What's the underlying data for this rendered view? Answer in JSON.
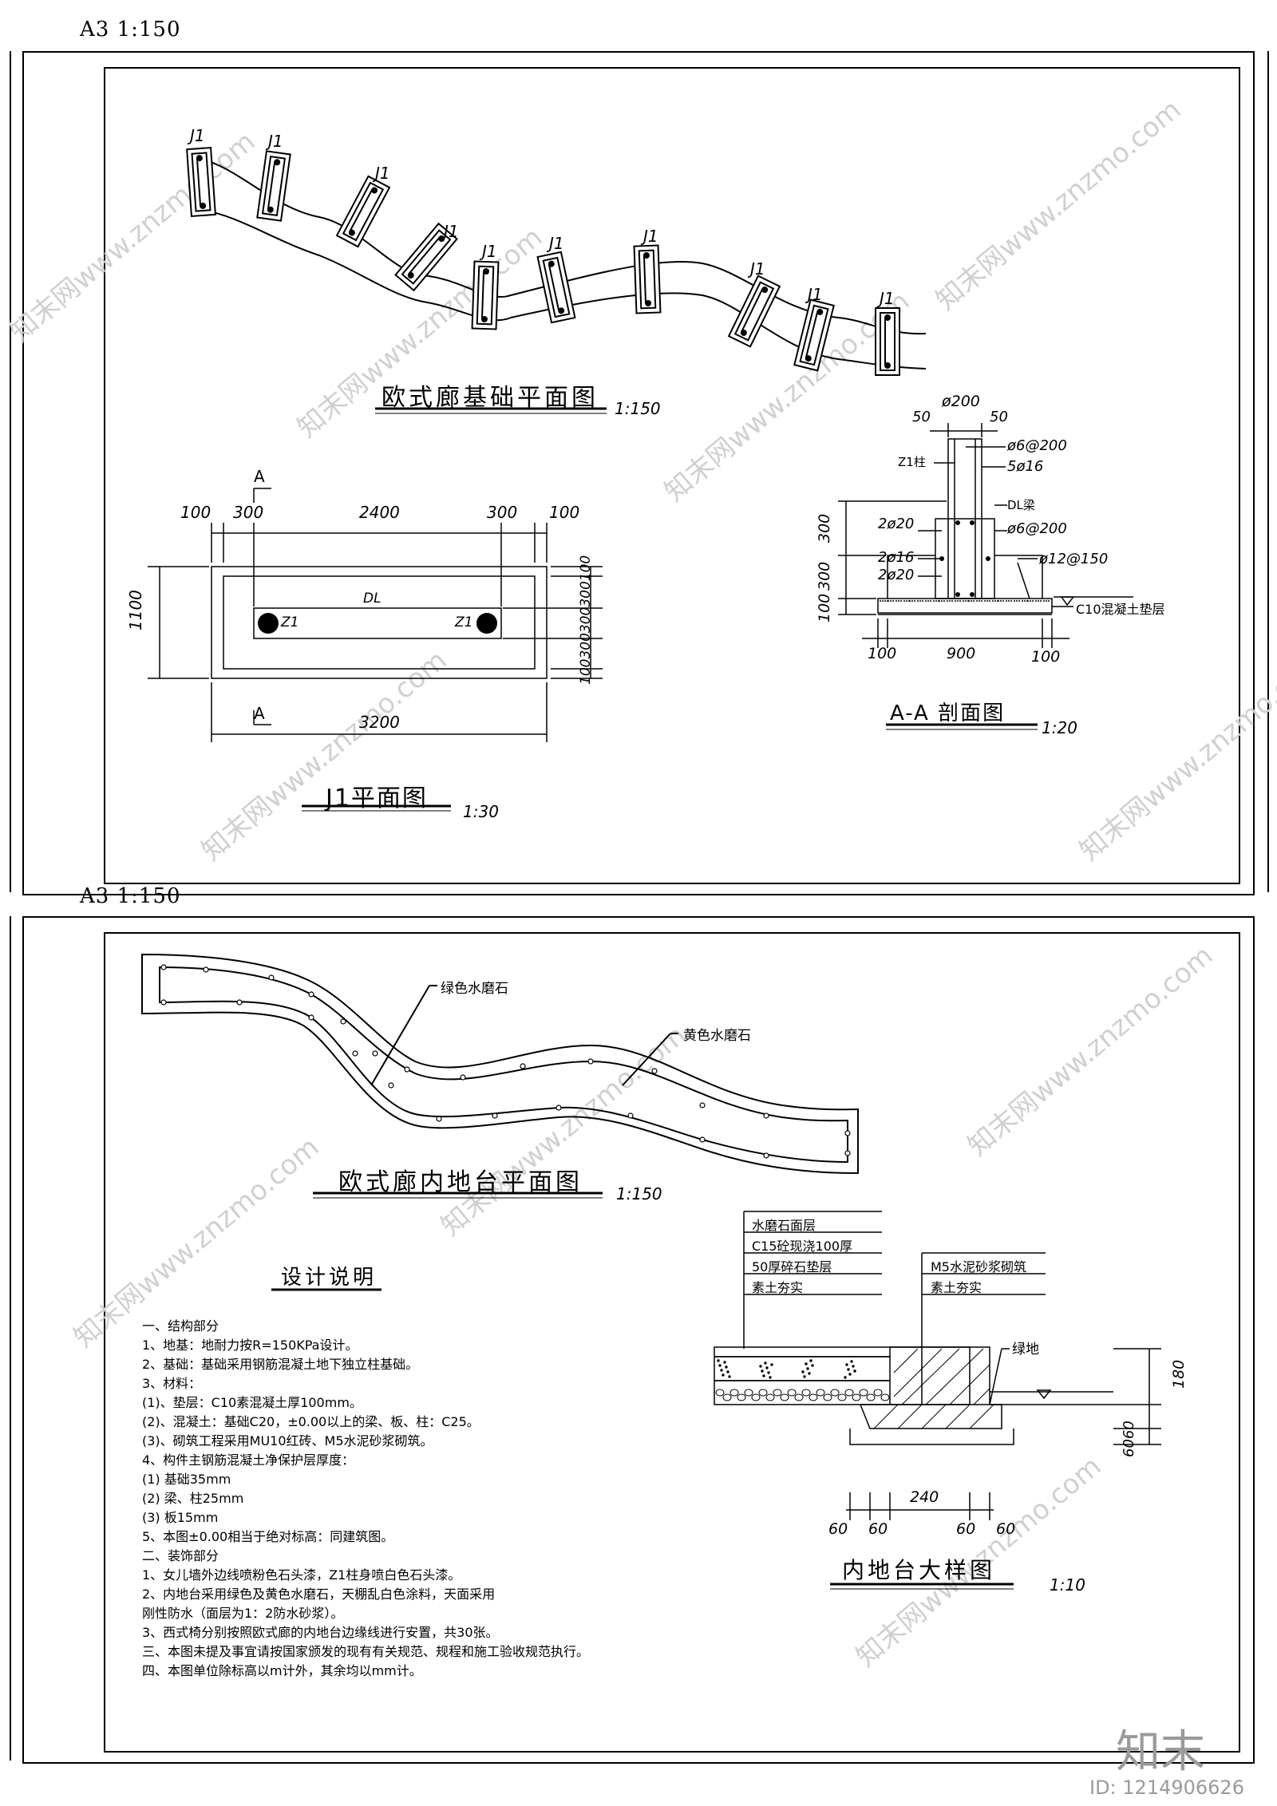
{
  "sheet1": {
    "label": "A3   1:150",
    "plan": {
      "title": "欧式廊基础平面图",
      "scale": "1:150",
      "footing_label": "J1"
    },
    "j1": {
      "title": "J1平面图",
      "scale": "1:30",
      "section_mark": "A",
      "beam_label": "DL",
      "column_label": "Z1",
      "dims_top": [
        "100",
        "300",
        "2400",
        "300",
        "100"
      ],
      "dim_left": "1100",
      "dims_right": [
        "100",
        "300",
        "300",
        "300",
        "100"
      ],
      "dim_right_text": "100300300300100",
      "dim_bottom": "3200"
    },
    "section": {
      "title": "A-A 剖面图",
      "scale": "1:20",
      "labels": {
        "col_dia": "ø200",
        "d50a": "50",
        "d50b": "50",
        "ring": "ø6@200",
        "z1": "Z1柱",
        "main": "5ø16",
        "dl": "DL梁",
        "beam_top": "2ø20",
        "beam_ring": "ø6@200",
        "beam_mid": "2ø16",
        "beam_bot": "2ø20",
        "base_bar": "ø12@150",
        "pad": "C10混凝土垫层"
      },
      "dims_left": [
        "300",
        "300",
        "100"
      ],
      "dims_bottom": [
        "100",
        "900",
        "100"
      ]
    }
  },
  "sheet2": {
    "label": "A3   1:150",
    "plan": {
      "title": "欧式廊内地台平面图",
      "scale": "1:150",
      "green": "绿色水磨石",
      "yellow": "黄色水磨石"
    },
    "notes": {
      "title": "设计说明",
      "lines": [
        "一、结构部分",
        "1、地基：地耐力按R=150KPa设计。",
        "2、基础：基础采用钢筋混凝土地下独立柱基础。",
        "3、材料：",
        "(1)、垫层：C10素混凝土厚100mm。",
        "(2)、混凝土：基础C20，±0.00以上的梁、板、柱：C25。",
        "(3)、砌筑工程采用MU10红砖、M5水泥砂浆砌筑。",
        "4、构件主钢筋混凝土净保护层厚度：",
        "(1) 基础35mm",
        "(2) 梁、柱25mm",
        "(3) 板15mm",
        "5、本图±0.00相当于绝对标高：同建筑图。",
        "二、装饰部分",
        "1、女儿墙外边线喷粉色石头漆，Z1柱身喷白色石头漆。",
        "2、内地台采用绿色及黄色水磨石，天棚乱白色涂料，天面采用",
        "   刚性防水（面层为1：2防水砂浆）。",
        "3、西式椅分别按照欧式廊的内地台边缘线进行安置，共30张。",
        "三、本图未提及事宜请按国家颁发的现有有关规范、规程和施工验收规范执行。",
        "四、本图单位除标高以m计外，其余均以mm计。"
      ]
    },
    "detail": {
      "title": "内地台大样图",
      "scale": "1:10",
      "layers_left": [
        "水磨石面层",
        "C15砼现浇100厚",
        "50厚碎石垫层",
        "素土夯实"
      ],
      "layers_right": [
        "M5水泥砂浆砌筑",
        "素土夯实"
      ],
      "green_label": "绿地",
      "dim_180": "180",
      "dim_6060": "6060",
      "dim_240": "240",
      "dims_bottom": [
        "60",
        "60",
        "60",
        "60"
      ]
    }
  },
  "watermark": "知末网www.znzmo.com",
  "brand": {
    "logo": "知末",
    "id": "ID: 1214906626"
  }
}
